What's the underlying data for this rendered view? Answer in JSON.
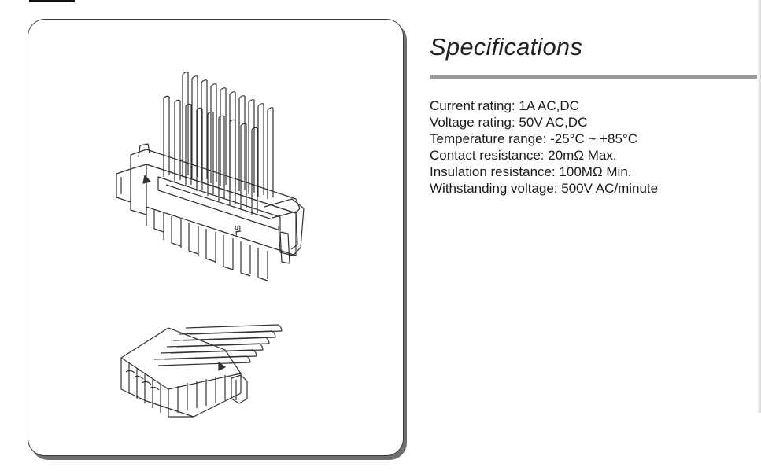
{
  "specifications": {
    "title": "Specifications",
    "items": [
      "Current rating: 1A AC,DC",
      "Voltage rating: 50V AC,DC",
      "Temperature range: -25°C ~ +85°C",
      "Contact resistance: 20mΩ Max.",
      "Insulation resistance: 100MΩ Min.",
      "Withstanding voltage: 500V AC/minute"
    ]
  },
  "product_images": {
    "header_marking": "SL",
    "style": "line-drawing"
  },
  "colors": {
    "card_border": "#3a3a3a",
    "card_shadow": "#6f6f6f",
    "divider": "#9a9a9a",
    "text": "#1a1a1a"
  }
}
